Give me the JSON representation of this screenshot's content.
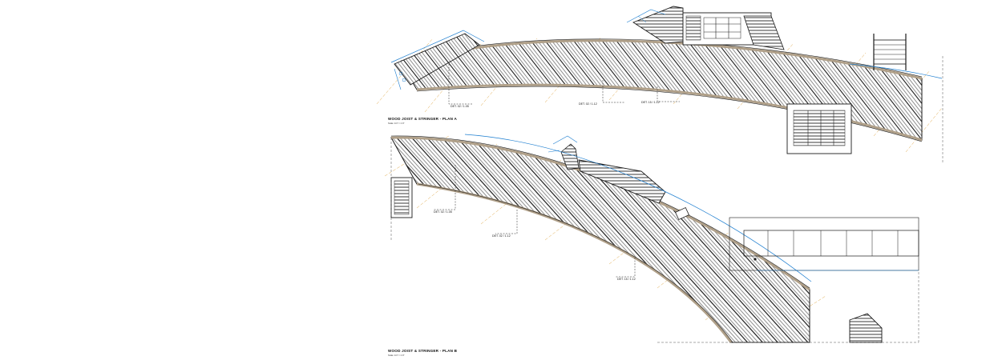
{
  "sheet": {
    "colors": {
      "background": "#ffffff",
      "linework": "#1a1a1a",
      "joist_fill": "#b0a089",
      "dimension": "#1f7fd0",
      "grid": "#e0a84a",
      "hidden": "#555555"
    }
  },
  "plan_a": {
    "title": "WOOD JOIST & STRINGER - PLAN A",
    "scale": "Scale: 1/4\" = 1'-0\"",
    "detail_tags": [
      "DET. 02 / 1.05",
      "DET. 02 / 1.12",
      "DET. 15 / 1.12"
    ]
  },
  "plan_b": {
    "title": "WOOD JOIST & STRINGER - PLAN B",
    "scale": "Scale: 1/4\" = 1'-0\"",
    "detail_tags": [
      "DET. 02 / 1.05",
      "DET. 02 / 1.12",
      "DET. 15 / 1.12"
    ]
  }
}
